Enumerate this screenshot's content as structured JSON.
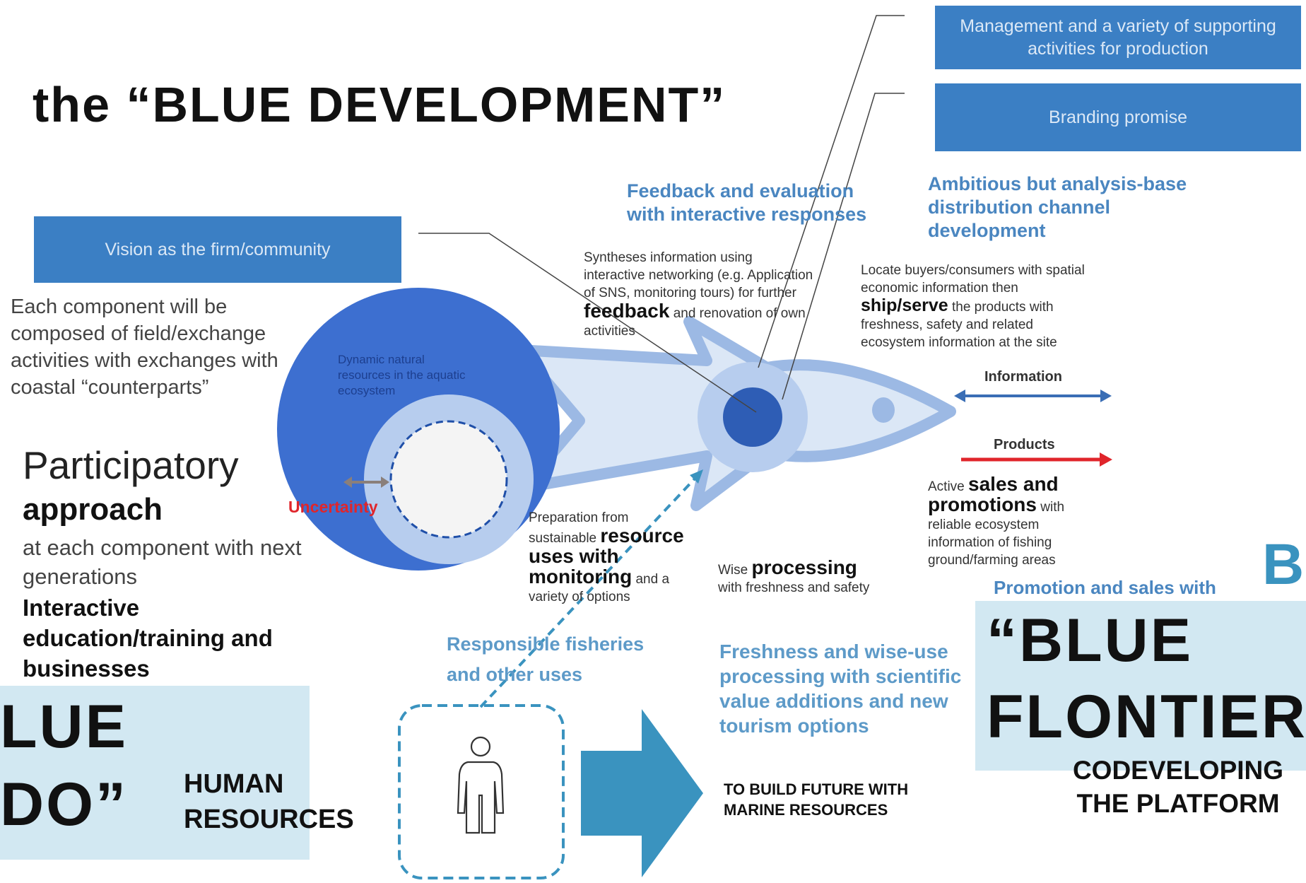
{
  "title": "the “BLUE DEVELOPMENT”",
  "boxes": {
    "management": "Management and a variety of supporting activities for production",
    "branding": "Branding promise",
    "vision": "Vision as the firm/community"
  },
  "left_text": {
    "each_component": "Each component will be composed of field/exchange activities with exchanges with coastal “counterparts”",
    "participatory": "Participatory",
    "approach": "approach",
    "at_each": "at each component with next generations",
    "interactive": "Interactive education/training and businesses"
  },
  "fish": {
    "dynamic": "Dynamic natural resources in the aquatic ecosystem",
    "uncertainty": "Uncertainty"
  },
  "feedback_heading": "Feedback and evaluation with interactive responses",
  "syntheses": {
    "a": "Syntheses information using interactive networking (e.g. Application of SNS, monitoring tours) for further",
    "b": "feedback",
    "c": "and renovation of own activities"
  },
  "ambitious_heading": "Ambitious but analysis-base distribution channel development",
  "locate": {
    "a": "Locate buyers/consumers with spatial economic information then",
    "b": "ship/serve",
    "c": "the products with freshness, safety and related ecosystem information at the site"
  },
  "flows": {
    "information": "Information",
    "products": "Products"
  },
  "active_sales": {
    "a": "Active",
    "b": "sales and promotions",
    "c": "with reliable ecosystem information of fishing ground/farming areas"
  },
  "promotion_heading": "Promotion and sales with",
  "preparation": {
    "a": "Preparation from sustainable",
    "b": "resource uses with monitoring",
    "c": "and a variety of options"
  },
  "wise": {
    "a": "Wise",
    "b": "processing",
    "c": "with freshness and safety"
  },
  "responsible": "Responsible fisheries and other uses",
  "freshness": "Freshness and wise-use processing with scientific value additions and new tourism options",
  "bottom": {
    "blue_do_1": "LUE",
    "blue_do_2": "DO”",
    "human_resources": "HUMAN RESOURCES",
    "to_build": "TO BUILD FUTURE WITH MARINE RESOURCES",
    "blue_frontier_1": "“BLUE",
    "blue_frontier_2": "FLONTIER",
    "corner_letter": "B",
    "codeveloping": "CODEVELOPING THE PLATFORM"
  },
  "colors": {
    "box_blue": "#3b7fc4",
    "heading_blue": "#4a86c0",
    "pale_blue": "#d2e8f2",
    "dark_circle": "#3d6fd0",
    "arrow_teal": "#3a93bf",
    "info_arrow": "#3a6eb5",
    "products_arrow": "#e0252b"
  }
}
